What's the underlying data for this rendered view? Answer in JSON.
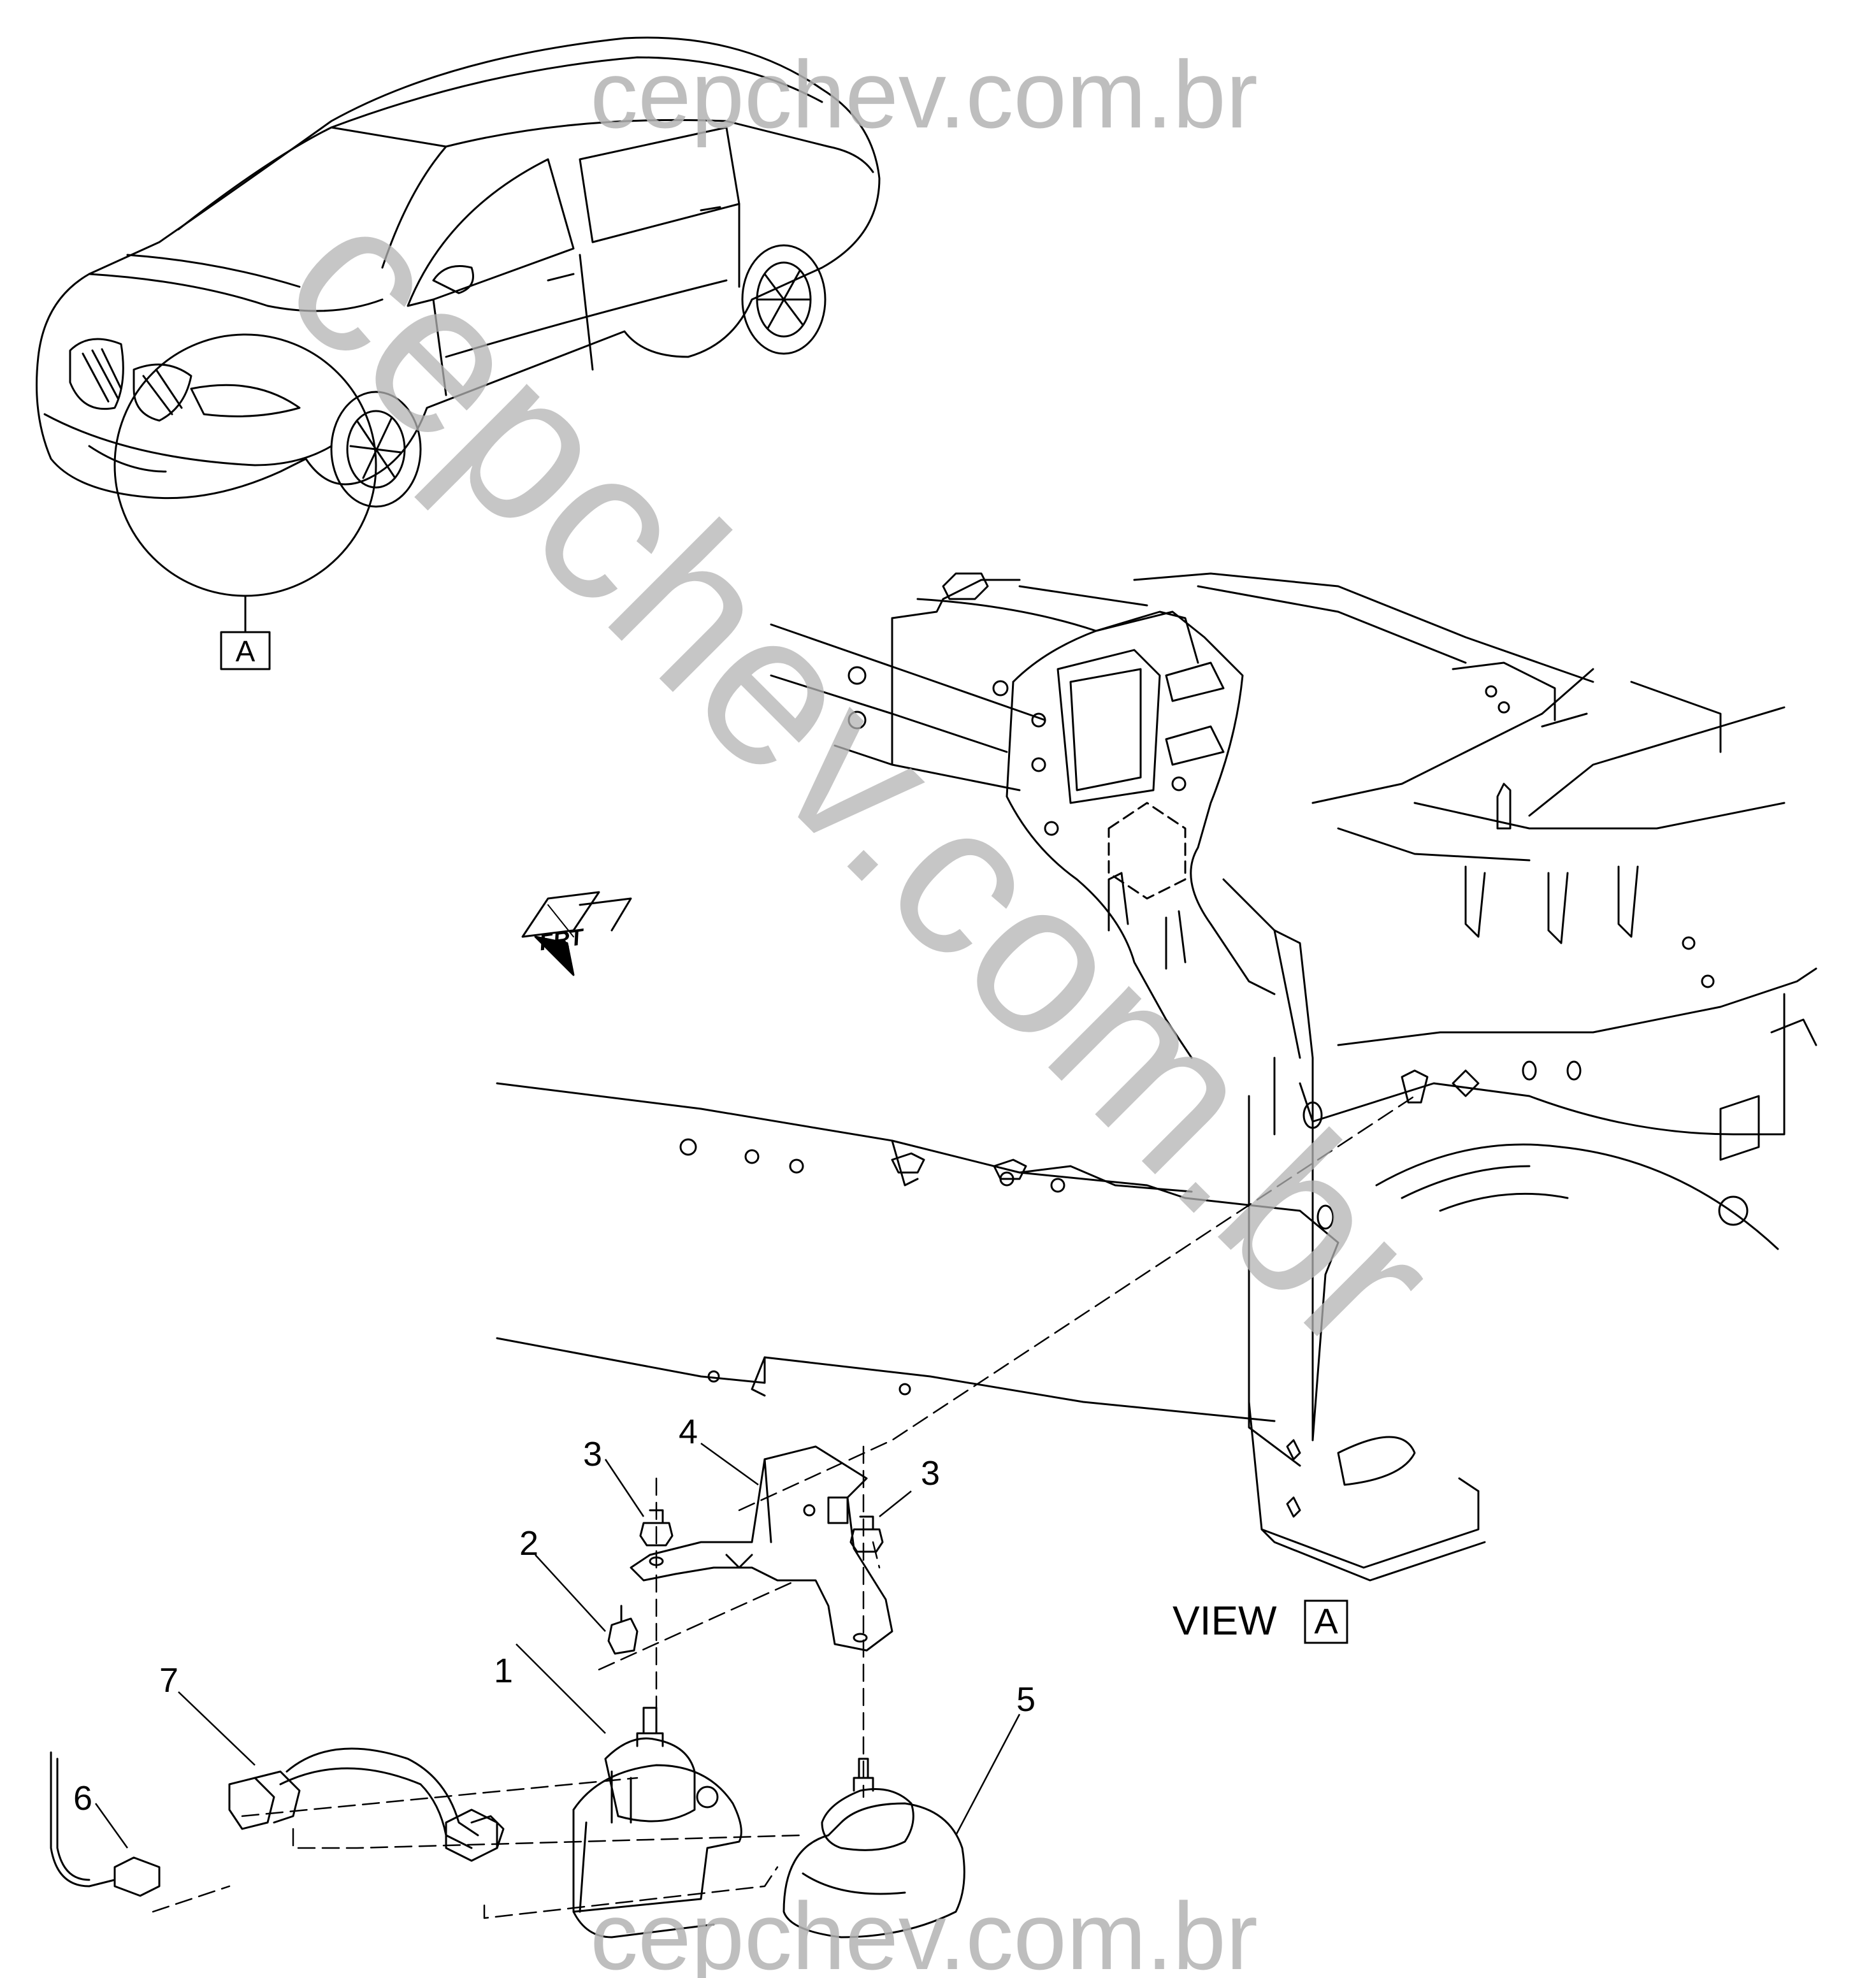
{
  "watermarks": {
    "top": "cepchev.com.br",
    "bottom": "cepchev.com.br",
    "diagonal": "cepchev.com.br",
    "color": "#b3b3b3"
  },
  "view_callout": {
    "letter": "A"
  },
  "view_title": {
    "text": "VIEW",
    "letter": "A"
  },
  "front_indicator": {
    "text": "FRT"
  },
  "callouts": [
    {
      "id": "1",
      "part": "horn-high-note"
    },
    {
      "id": "2",
      "part": "horn-bolt"
    },
    {
      "id": "3",
      "part": "bracket-nut-left"
    },
    {
      "id": "3",
      "part": "bracket-nut-right"
    },
    {
      "id": "4",
      "part": "horn-bracket"
    },
    {
      "id": "5",
      "part": "horn-low-note"
    },
    {
      "id": "6",
      "part": "harness-connector"
    },
    {
      "id": "7",
      "part": "horn-jumper-harness"
    }
  ],
  "colors": {
    "line": "#000000",
    "background": "#ffffff",
    "fill": "#ffffff"
  },
  "icons": [
    "vehicle-icon",
    "frt-arrow-icon",
    "horn-icon",
    "bracket-icon",
    "nut-icon",
    "bolt-icon",
    "connector-icon"
  ]
}
